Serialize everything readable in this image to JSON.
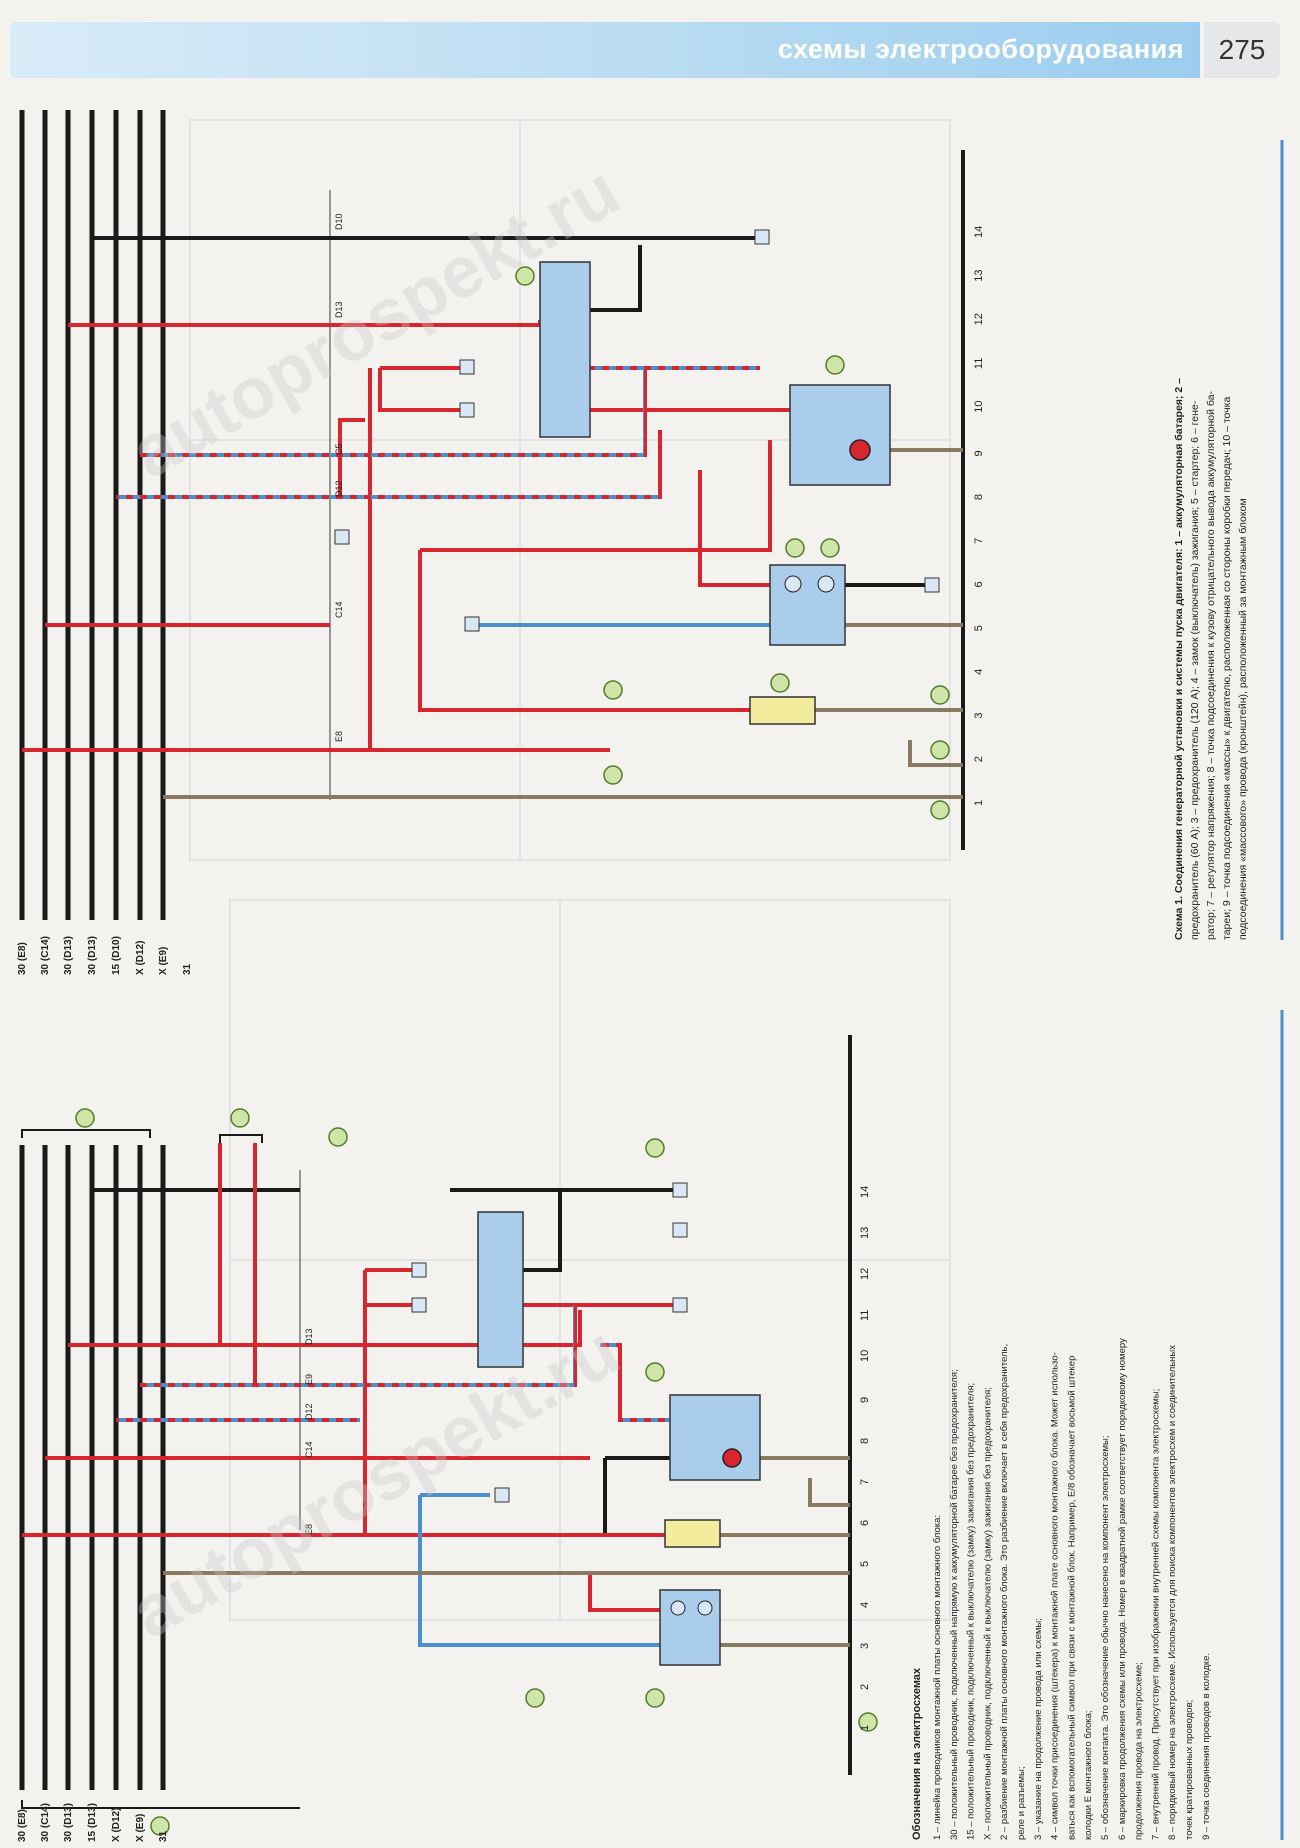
{
  "header": {
    "title": "схемы электрооборудования",
    "page_number": "275"
  },
  "colors": {
    "red": "#d7262e",
    "black": "#1a1a1a",
    "blue": "#4a8fd0",
    "brown": "#8a7a62",
    "box_fill": "#a9cdea",
    "connector_fill": "#f3ec9c",
    "callout_fill": "#cfe5a8"
  },
  "bus_labels_top": [
    "30 (Е8)",
    "30 (С14)",
    "30 (D13)",
    "30 (D13)",
    "15 (D10)",
    "X (D12)",
    "X (Е9)",
    "31"
  ],
  "bus_labels_bottom": [
    "30 (Е8)",
    "30 (С14)",
    "30 (D13)",
    "15 (D13)",
    "X (D12)",
    "X (Е9)",
    "31"
  ],
  "top_row_numbers": [
    "14",
    "13",
    "12",
    "11",
    "10",
    "9",
    "8",
    "7",
    "6",
    "5",
    "4",
    "3",
    "2",
    "1"
  ],
  "bottom_row_numbers": [
    "14",
    "13",
    "12",
    "11",
    "10",
    "9",
    "8",
    "7",
    "6",
    "5",
    "4",
    "3",
    "2",
    "1"
  ],
  "top_bus_taps": [
    "D10",
    "D13",
    "С5",
    "D12",
    "С14",
    "Е8"
  ],
  "bottom_bus_taps": [
    "D13",
    "Е9",
    "D12",
    "С14",
    "Е8"
  ],
  "caption_top": {
    "lines": [
      "Схема 1. Соединения генераторной установки и системы пуска двигателя: 1 – аккумуляторная батарея; 2 –",
      "предохранитель (60 А); 3 – предохранитель (120 А); 4 – замок (выключатель) зажигания; 5 – стартер; 6 – гене-",
      "ратор; 7 – регулятор напряжения; 8 – точка подсоединения к кузову отрицательного вывода аккумуляторной ба-",
      "тареи; 9 – точка подсоединения «массы» к двигателю, расположенная со стороны коробки передач; 10 – точка",
      "подсоединения «массового» провода (кронштейн), расположенный за монтажным блоком"
    ]
  },
  "legend": {
    "heading": "Обозначения на электросхемах",
    "lines": [
      "1 – линейка проводников монтажной платы основного монтажного блока:",
      "30 – положительный проводник, подключенный напрямую к аккумуляторной батарее без предохранителя;",
      "15 – положительный проводник, подключенный к выключателю (замку) зажигания без предохранителя;",
      "X – положительный проводник, подключенный к выключателю (замку) зажигания без предохранителя;",
      "2 – разбиение монтажной платы основного монтажного блока. Это разбиение включает в себя предохранитель,",
      "реле и разъемы;",
      "3 – указание на продолжение провода или схемы;",
      "4 – символ точки присоединения (штекера) к монтажной плате основного монтажного блока. Может использо-",
      "ваться как вспомогательный символ при связи с монтажной блок. Например, Е/8 обозначает восьмой штекер",
      "колодки Е монтажного блока;",
      "5 – обозначение контакта. Это обозначение обычно нанесено на компонент электросхемы;",
      "6 – маркировка продолжения схемы или провода. Номер в квадратной рамке соответствует порядковому номеру",
      "продолжения провода на электросхеме;",
      "7 – внутренний провод. Присутствует при изображении внутренней схемы компонента электросхемы;",
      "8 – порядковый номер на электросхеме. Используется для поиска компонентов электросхем и соединительных",
      "точек кратированных проводов;",
      "9 – точка соединения проводов в колодке."
    ]
  },
  "watermark": "autoprospekt.ru"
}
